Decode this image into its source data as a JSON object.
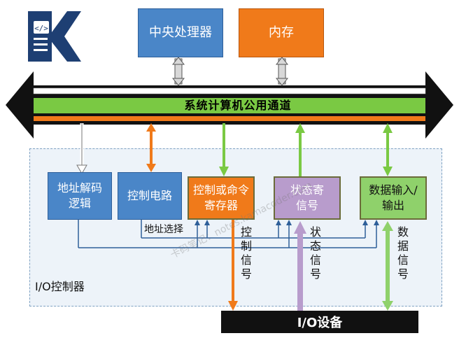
{
  "cpu": "中央处理器",
  "memory": "内存",
  "bus": "系统计算机公用通道",
  "blocks": {
    "addr_decode": "地址解码逻辑",
    "ctrl_circuit": "控制电路",
    "cmd_reg": "控制或命令寄存器",
    "status_reg": "状态寄信号",
    "data_io": "数据输入/输出"
  },
  "labels": {
    "addr_select": "地址选择",
    "ctrl_signal": "控制信号",
    "status_signal": "状态信号",
    "data_signal": "数据信号",
    "io_controller": "I/O控制器"
  },
  "io_device": "I/O设备",
  "watermark": "卡码笔记：notes.kamacoder.com",
  "colors": {
    "blue": "#4a86c8",
    "orange": "#f07a1a",
    "purple": "#b89ccc",
    "green": "#8fd16b",
    "bus_green": "#7ac943",
    "logo": "#1e3f73"
  },
  "icons": [
    "logo-icon"
  ]
}
